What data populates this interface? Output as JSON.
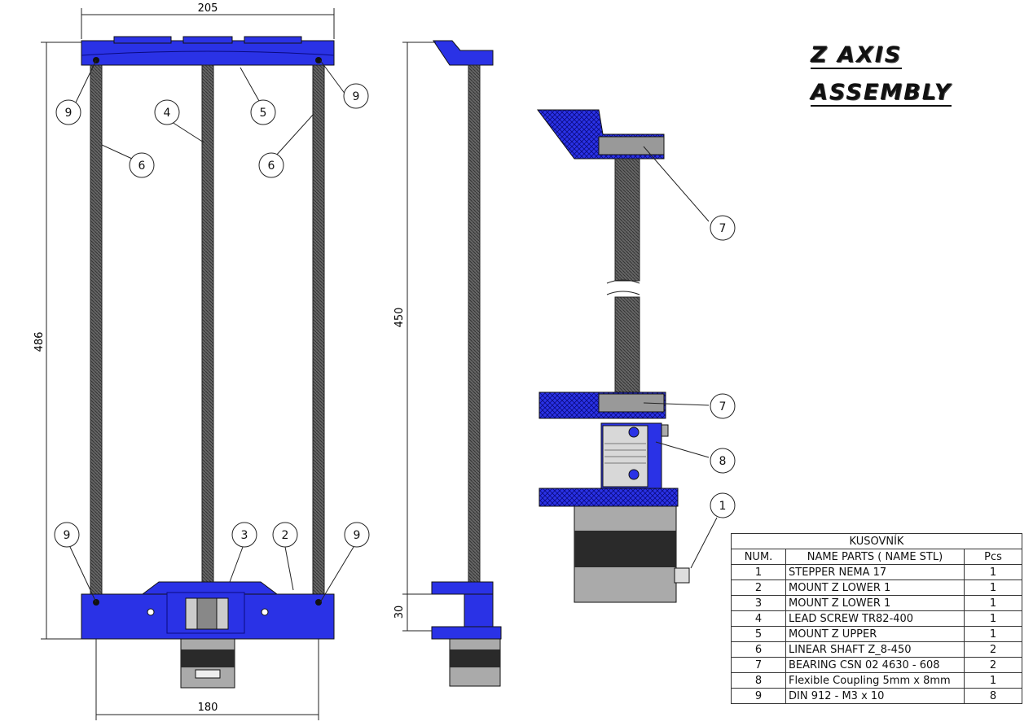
{
  "title": {
    "line1": "Z AXIS",
    "line2": "ASSEMBLY"
  },
  "dimensions": {
    "top_width": "205",
    "bottom_width": "180",
    "height_total": "486",
    "height_side": "450",
    "height_base": "30"
  },
  "balloons": {
    "front_9_tl": "9",
    "front_4": "4",
    "front_5": "5",
    "front_9_tr": "9",
    "front_6_l": "6",
    "front_6_r": "6",
    "front_9_bl": "9",
    "front_3": "3",
    "front_2": "2",
    "front_9_br": "9",
    "detail_7_top": "7",
    "detail_7_mid": "7",
    "detail_8": "8",
    "detail_1": "1"
  },
  "bom": {
    "caption": "KUSOVNÍK",
    "headers": [
      "NUM.",
      "NAME PARTS ( NAME STL)",
      "Pcs"
    ],
    "rows": [
      [
        "1",
        "STEPPER NEMA 17",
        "1"
      ],
      [
        "2",
        "MOUNT Z LOWER 1",
        "1"
      ],
      [
        "3",
        "MOUNT Z LOWER 1",
        "1"
      ],
      [
        "4",
        "LEAD SCREW TR82-400",
        "1"
      ],
      [
        "5",
        "MOUNT Z UPPER",
        "1"
      ],
      [
        "6",
        "LINEAR SHAFT Z_8-450",
        "2"
      ],
      [
        "7",
        "BEARING CSN 02 4630 - 608",
        "2"
      ],
      [
        "8",
        "Flexible Coupling 5mm x 8mm",
        "1"
      ],
      [
        "9",
        "DIN 912 - M3 x 10",
        "8"
      ]
    ]
  },
  "colors": {
    "part_blue": "#2a32e6",
    "metal_gray": "#9a9a9a",
    "motor_black": "#2a2a2a",
    "line": "#222222"
  }
}
